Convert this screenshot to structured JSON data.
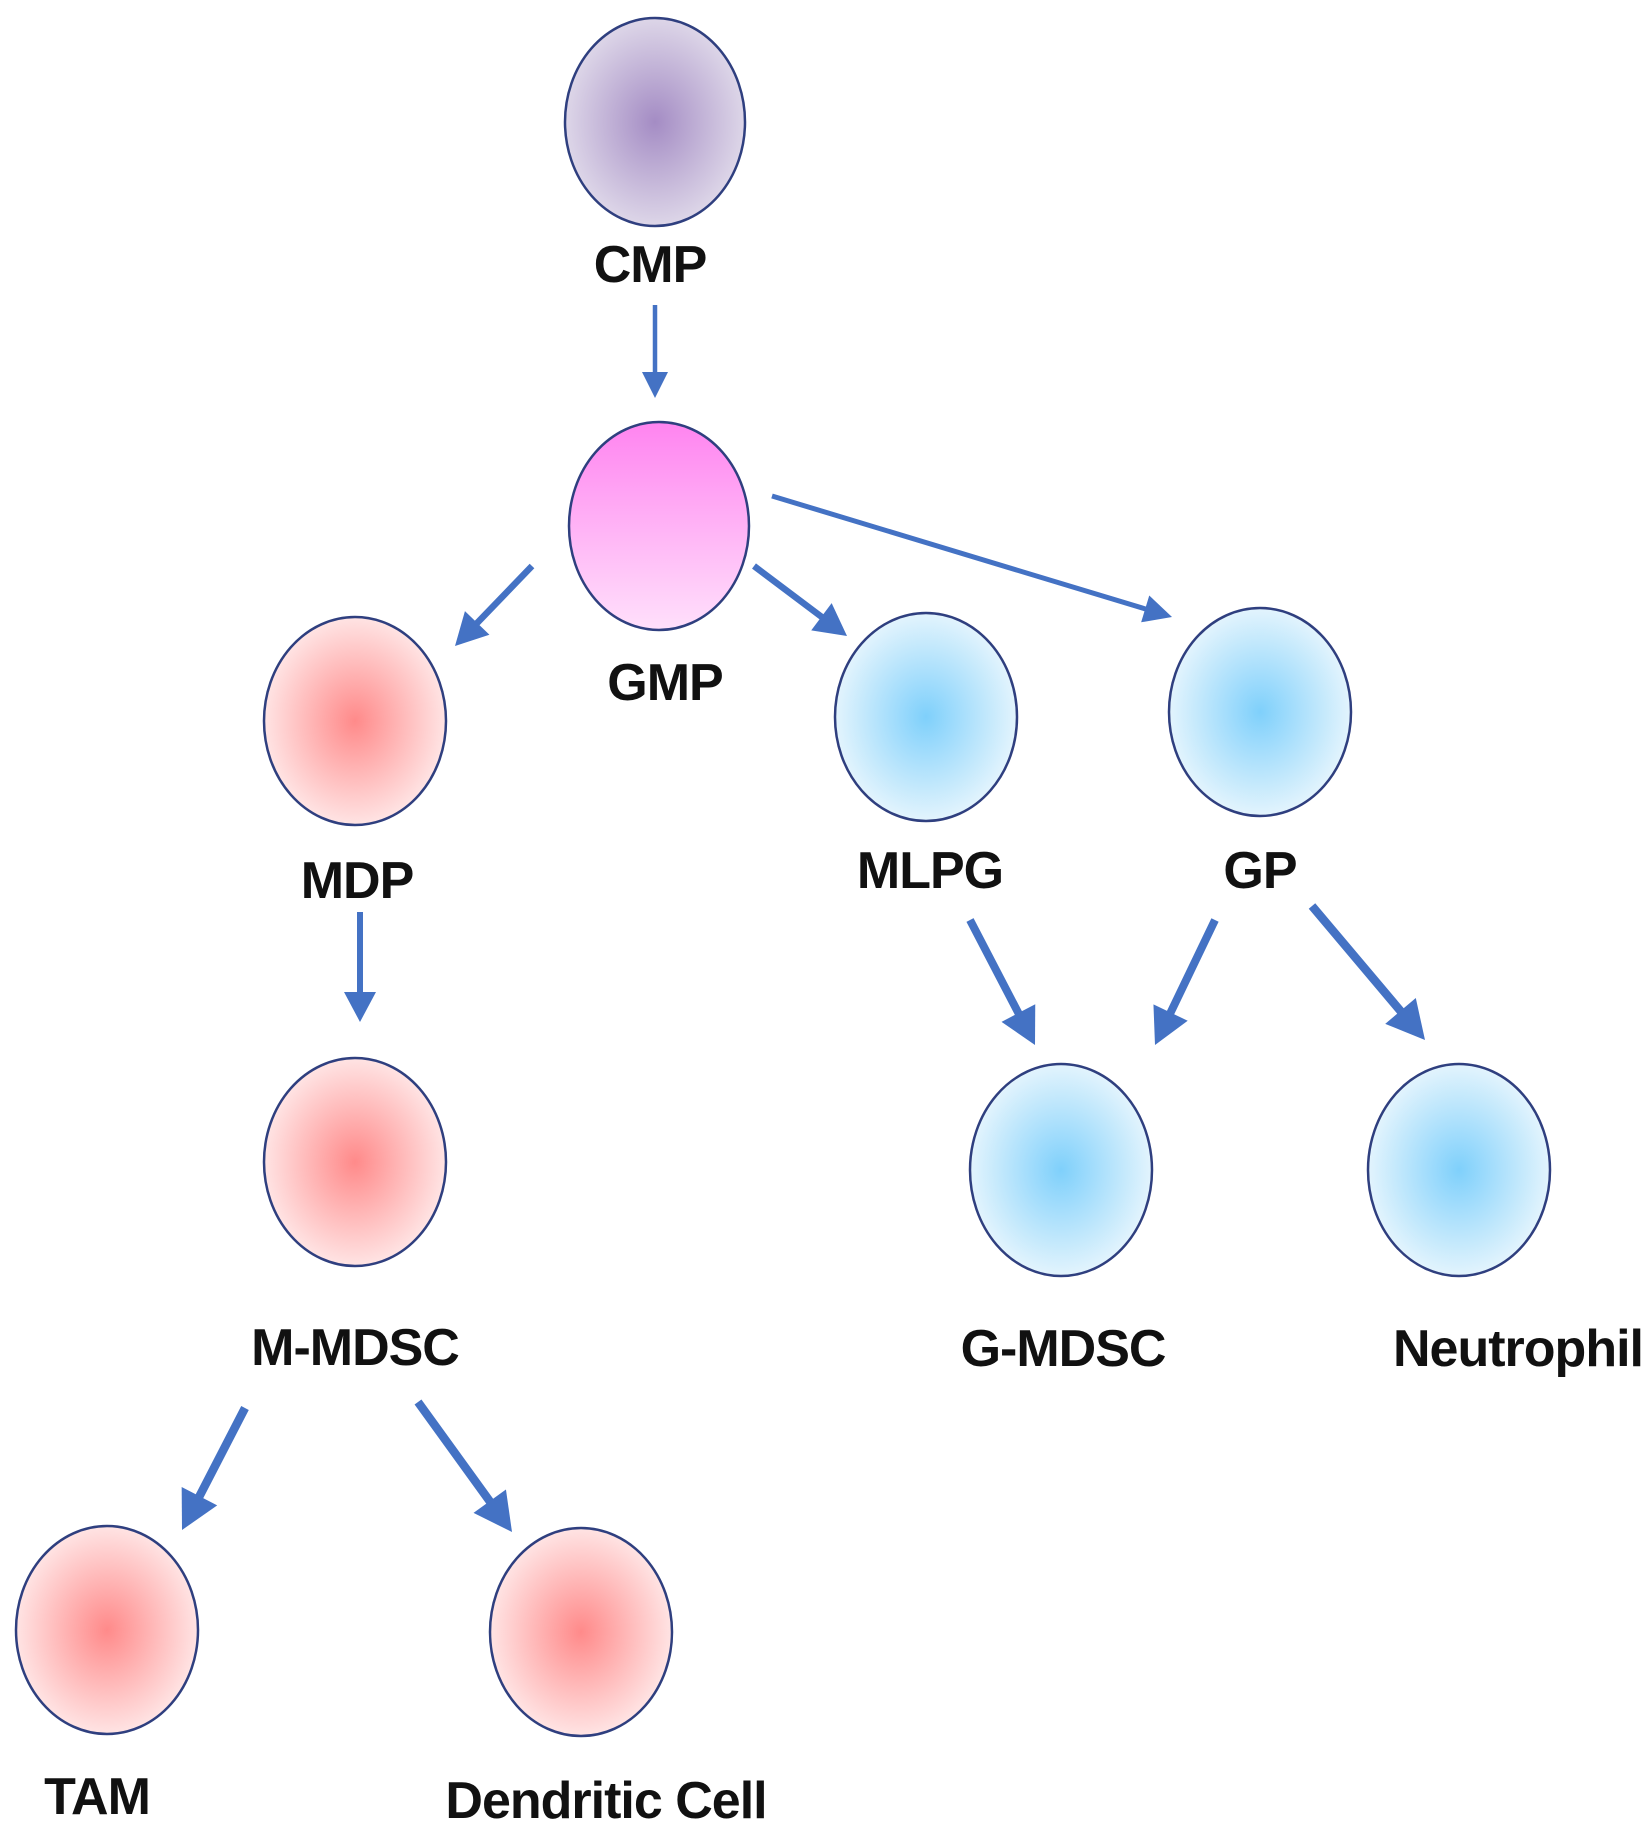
{
  "colors": {
    "arrow": "#4472c4",
    "outline": "#2f3f7f",
    "label": "#111111",
    "cmp": {
      "center": "#a48cc4",
      "edge": "#ddd6e8"
    },
    "gmp": {
      "top": "#ff84f0",
      "bottom": "#ffe0fb"
    },
    "monocytic": {
      "center": "#ff8a8a",
      "edge": "#ffe4e4"
    },
    "granulocytic": {
      "center": "#7fd0fb",
      "edge": "#e3f4fd"
    }
  },
  "cells": [
    {
      "id": "cmp",
      "label": "CMP",
      "lineage": "progenitor"
    },
    {
      "id": "gmp",
      "label": "GMP",
      "lineage": "progenitor"
    },
    {
      "id": "mdp",
      "label": "MDP",
      "lineage": "monocytic"
    },
    {
      "id": "mlpg",
      "label": "MLPG",
      "lineage": "granulocytic"
    },
    {
      "id": "gp",
      "label": "GP",
      "lineage": "granulocytic"
    },
    {
      "id": "m-mdsc",
      "label": "M-MDSC",
      "lineage": "monocytic"
    },
    {
      "id": "g-mdsc",
      "label": "G-MDSC",
      "lineage": "granulocytic"
    },
    {
      "id": "neutrophil",
      "label": "Neutrophil",
      "lineage": "granulocytic"
    },
    {
      "id": "tam",
      "label": "TAM",
      "lineage": "monocytic"
    },
    {
      "id": "dendritic-cell",
      "label": "Dendritic Cell",
      "lineage": "monocytic"
    }
  ],
  "edges": [
    {
      "from": "cmp",
      "to": "gmp"
    },
    {
      "from": "gmp",
      "to": "mdp"
    },
    {
      "from": "gmp",
      "to": "mlpg"
    },
    {
      "from": "gmp",
      "to": "gp"
    },
    {
      "from": "mdp",
      "to": "m-mdsc"
    },
    {
      "from": "mlpg",
      "to": "g-mdsc"
    },
    {
      "from": "gp",
      "to": "g-mdsc"
    },
    {
      "from": "gp",
      "to": "neutrophil"
    },
    {
      "from": "m-mdsc",
      "to": "tam"
    },
    {
      "from": "m-mdsc",
      "to": "dendritic-cell"
    }
  ]
}
